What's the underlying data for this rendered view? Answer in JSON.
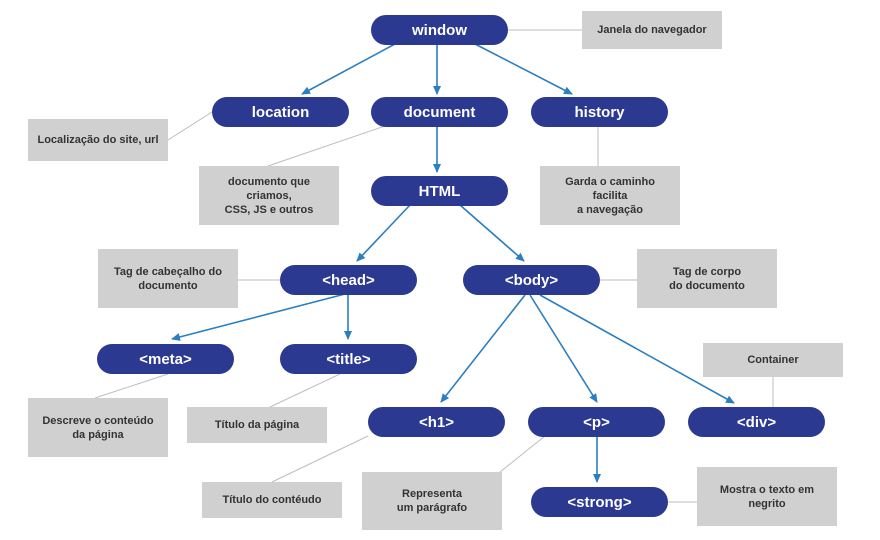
{
  "nodes": {
    "window": "window",
    "location": "location",
    "document": "document",
    "history": "history",
    "html": "HTML",
    "head": "<head>",
    "body": "<body>",
    "meta": "<meta>",
    "title": "<title>",
    "h1": "<h1>",
    "p": "<p>",
    "div": "<div>",
    "strong": "<strong>"
  },
  "notes": {
    "window": "Janela do navegador",
    "location": "Localização do site, url",
    "document": "documento que criamos,\nCSS, JS e outros",
    "history": "Garda o caminho facilita\na navegação",
    "head": "Tag de cabeçalho do\ndocumento",
    "body": "Tag de corpo\ndo documento",
    "div": "Container",
    "meta": "Descreve o conteúdo\nda página",
    "title": "Título da página",
    "h1": "Título do contéudo",
    "p": "Representa\num parágrafo",
    "strong": "Mostra o texto em\nnegrito"
  },
  "colors": {
    "node": "#2b3990",
    "arrow": "#2a7fc0",
    "note": "#d0d0d0",
    "connector": "#bdbdbd"
  }
}
